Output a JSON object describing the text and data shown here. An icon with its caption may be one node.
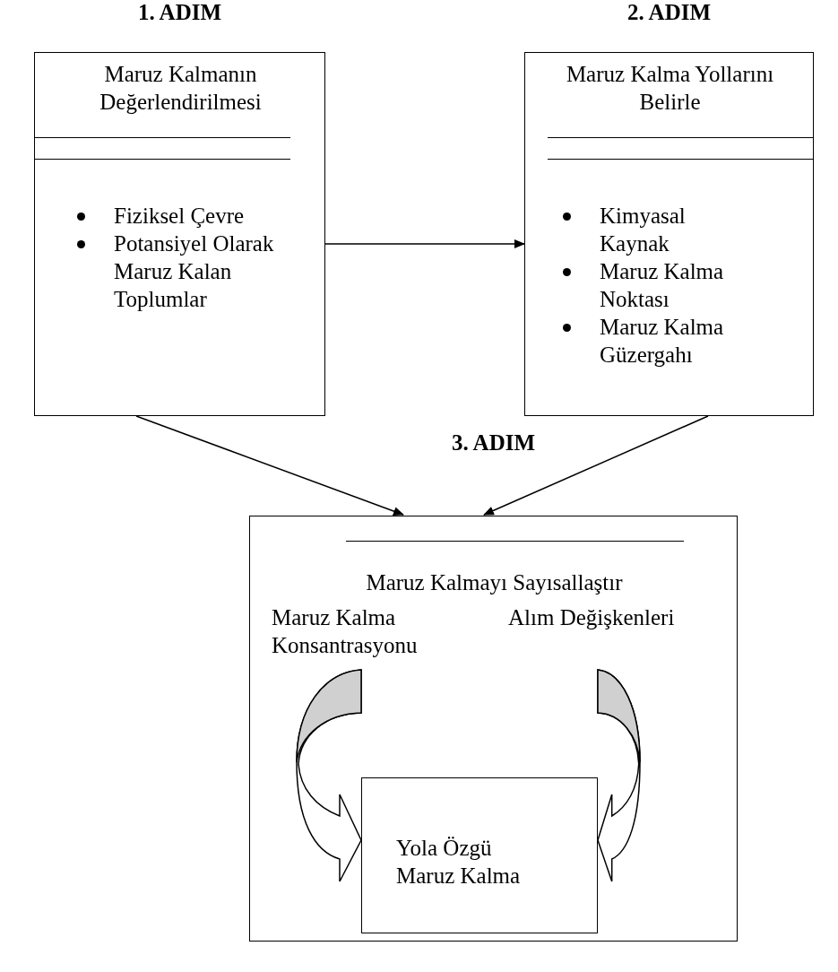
{
  "diagram": {
    "nodes": [
      {
        "text": [
          "Maruz Kalmanın Değerlendirilmesi",
          "Fiziksel Çevre",
          "Potansiyel Olarak Maruz Kalan Toplumlar"
        ],
        "beside": [
          "1. ADIM"
        ]
      },
      {
        "text": [
          "Maruz Kalma Yollarını Belirle",
          "Kimyasal Kaynak",
          "Maruz Kalma Noktası",
          "Maruz Kalma Güzergahı"
        ],
        "beside": [
          "2. ADIM"
        ]
      },
      {
        "text": [
          "Maruz Kalmayı Sayısallaştır"
        ]
      },
      {
        "text": [
          "Maruz Kalma Konsantrasyonu"
        ],
        "in": 2
      },
      {
        "text": [
          "Alım Değişkenleri"
        ],
        "in": 2
      },
      {
        "text": [
          "Yola Özgü Maruz Kalma"
        ],
        "in": 2
      }
    ],
    "edges": [
      {
        "from": 0,
        "to": 1,
        "arrow": "to"
      },
      {
        "from": 0,
        "to": 2,
        "arrow": "to"
      },
      {
        "from": 1,
        "to": 2,
        "arrow": "to"
      },
      {
        "from": 3,
        "to": 5,
        "arrow": "to"
      },
      {
        "from": 4,
        "to": 5,
        "arrow": "to"
      }
    ],
    "labels": [
      "3. ADIM"
    ]
  }
}
